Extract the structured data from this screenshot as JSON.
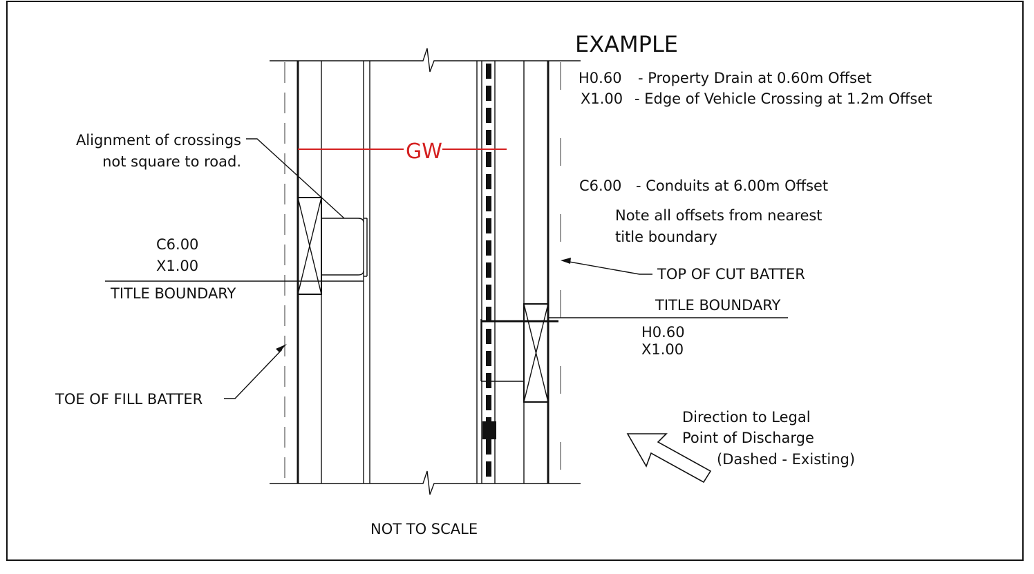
{
  "title": "EXAMPLE",
  "legend": [
    {
      "code": "H0.60",
      "text": "- Property Drain at 0.60m Offset"
    },
    {
      "code": "X1.00",
      "text": "- Edge of Vehicle Crossing at 1.2m Offset"
    },
    {
      "code": "C6.00",
      "text": "- Conduits at 6.00m Offset"
    }
  ],
  "note": [
    "Note all offsets from nearest",
    "title boundary"
  ],
  "gw_label": "GW",
  "left_labels": {
    "alignment": [
      "Alignment of crossings",
      "not square to road."
    ],
    "codes": [
      "C6.00",
      "X1.00"
    ],
    "title_boundary": "TITLE BOUNDARY",
    "toe": "TOE OF FILL BATTER"
  },
  "right_labels": {
    "top_cut": "TOP OF CUT BATTER",
    "title_boundary": "TITLE BOUNDARY",
    "codes": [
      "H0.60",
      "X1.00"
    ]
  },
  "direction": [
    "Direction to Legal",
    "Point of Discharge",
    "(Dashed - Existing)"
  ],
  "footer": "NOT TO SCALE",
  "colors": {
    "line": "#111111",
    "gw": "#d42020",
    "batter": "#9a9a9a"
  }
}
